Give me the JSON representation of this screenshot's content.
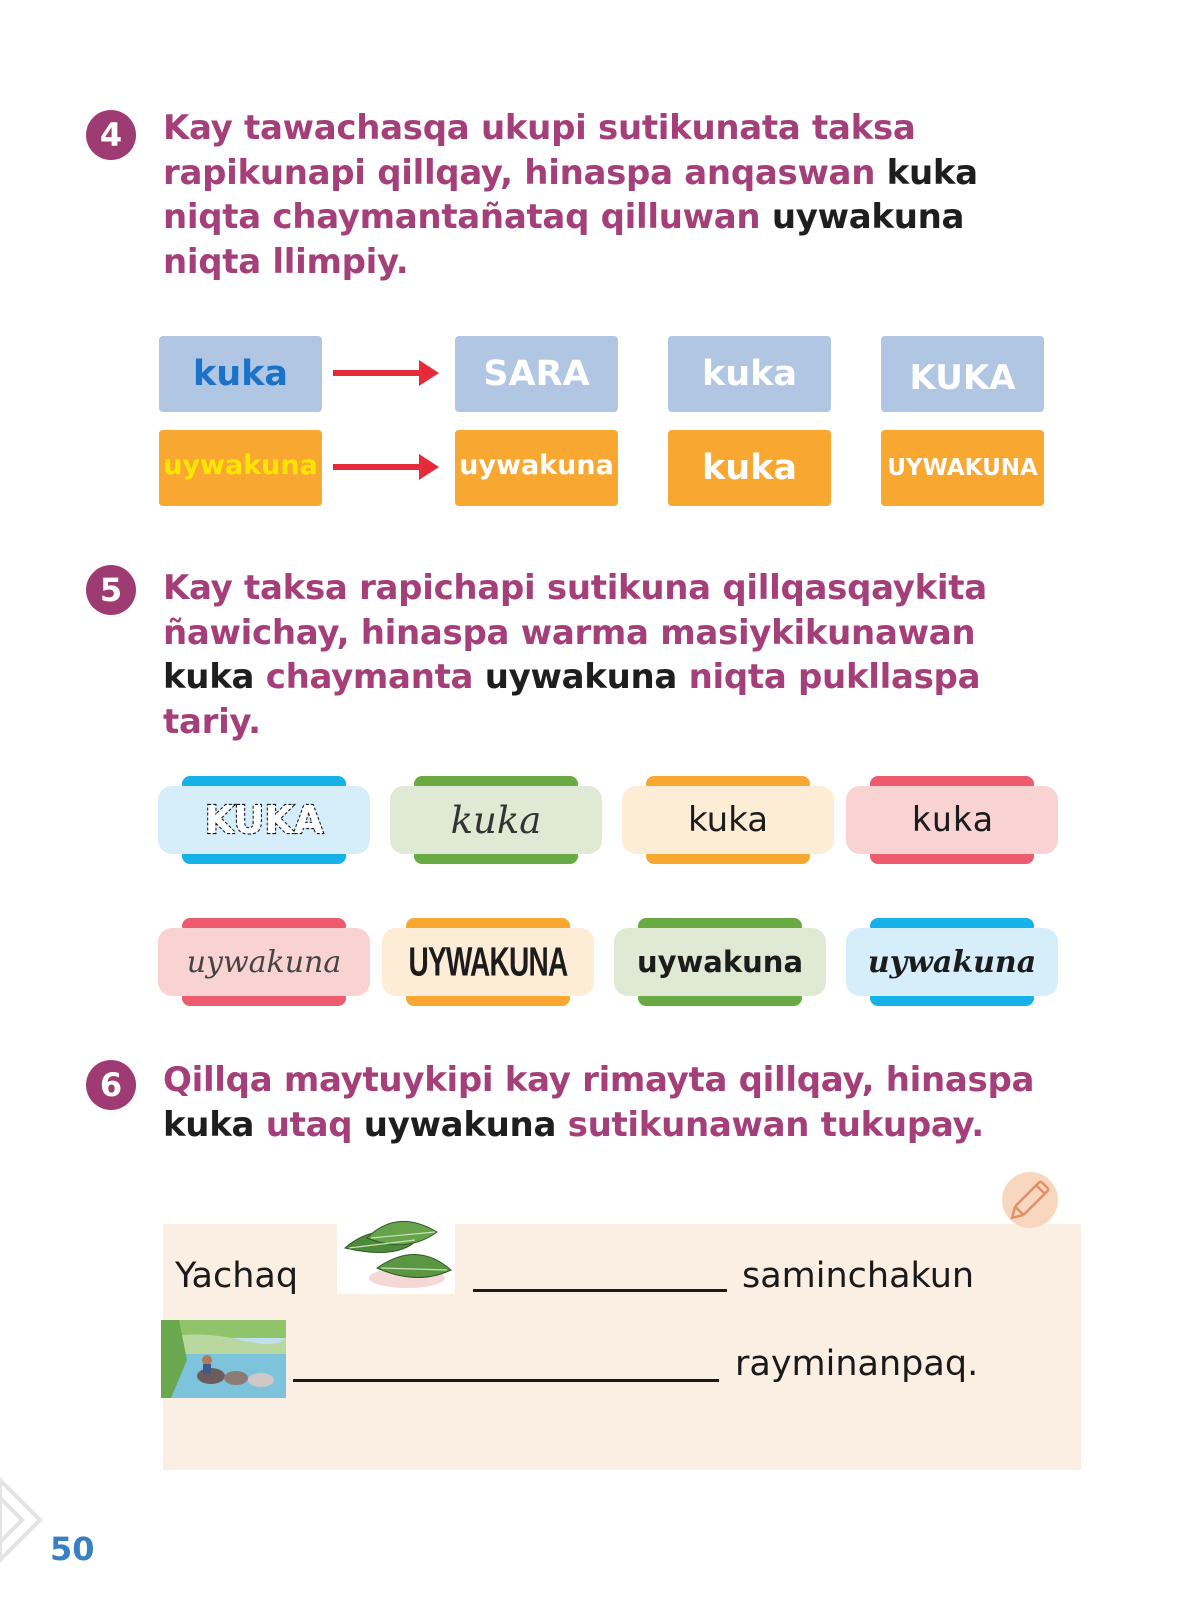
{
  "ex4": {
    "number": "4",
    "line1": "Kay tawachasqa ukupi sutikunata taksa",
    "line2_a": "rapikunapi qillqay, hinaspa  anqaswan ",
    "line2_b": "kuka",
    "line3_a": "niqta chaymantañataq qilluwan ",
    "line3_b": "uywakuna",
    "line4": "niqta llimpiy.",
    "row1": [
      "kuka",
      "SARA",
      "kuka",
      "KUKA"
    ],
    "row2": [
      "uywakuna",
      "uywakuna",
      "kuka",
      "UYWAKUNA"
    ]
  },
  "ex5": {
    "number": "5",
    "line1": "Kay taksa rapichapi sutikuna qillqasqaykita",
    "line2": "ñawichay, hinaspa warma masiykikunawan",
    "line3_a": "kuka",
    "line3_b": " chaymanta ",
    "line3_c": "uywakuna",
    "line3_d": " niqta pukllaspa",
    "line4": "tariy.",
    "tags_row1": [
      "KUKA",
      "kuka",
      "kuka",
      "kuka"
    ],
    "tags_row2": [
      "uywakuna",
      "UYWAKUNA",
      "uywakuna",
      "uywakuna"
    ]
  },
  "ex6": {
    "number": "6",
    "line1": "Qillqa maytuykipi kay rimayta qillqay, hinaspa",
    "line2_a": "kuka",
    "line2_b": " utaq ",
    "line2_c": "uywakuna",
    "line2_d": " sutikunawan tukupay.",
    "s1_start": "Yachaq",
    "s1_end": "saminchakun",
    "s2_end": "rayminanpaq."
  },
  "images": {
    "leaf": "coca-leaves-illustration",
    "animals": "animals-at-river-illustration",
    "pencil": "pencil-icon"
  },
  "colors": {
    "heading": "#a53f7a",
    "badge": "#9e3b73",
    "blue_box": "#b1c6e2",
    "orange_box": "#f8a730",
    "arrow": "#e52a3a",
    "page_number": "#3a7fc1"
  },
  "page_number": "50"
}
